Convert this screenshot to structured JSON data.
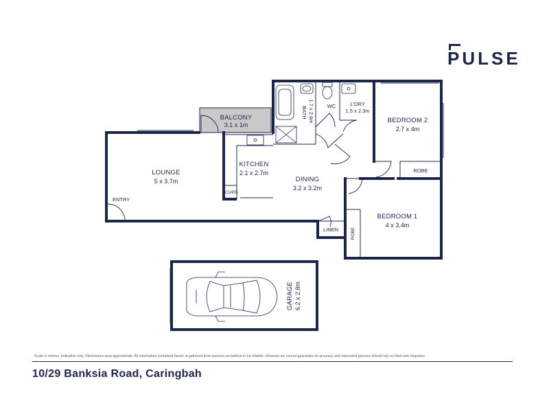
{
  "brand": {
    "logo": "PULSE"
  },
  "rooms": {
    "balcony": {
      "name": "BALCONY",
      "dims": "3.1 x 1m"
    },
    "lounge": {
      "name": "LOUNGE",
      "dims": "5 x 3.7m"
    },
    "kitchen": {
      "name": "KITCHEN",
      "dims": "2.1 x 2.7m"
    },
    "dining": {
      "name": "DINING",
      "dims": "3.2 x 3.2m"
    },
    "bath": {
      "name": "BATH",
      "dims": "1.7 x 2.6m"
    },
    "wc": {
      "name": "WC"
    },
    "laundry": {
      "name": "L'DRY",
      "dims": "1.5 x 2.3m"
    },
    "bedroom2": {
      "name": "BEDROOM 2",
      "dims": "2.7 x 4m"
    },
    "bedroom1": {
      "name": "BEDROOM 1",
      "dims": "4 x 3.4m"
    },
    "garage": {
      "name": "GARAGE",
      "dims": "6.2 x 2.8m"
    }
  },
  "labels": {
    "entry": "ENTRY",
    "cupd": "CUPD",
    "linen": "LINEN",
    "robe_bed2": "ROBE",
    "robe_bed1": "ROBE"
  },
  "footer": {
    "disclaimer": "Scale in metres. Indicative only. Dimensions area approximate. All information contained herein is gathered from sources we believe to be reliable. However we cannot guarantee its accuracy and interested persons should rely on their own enquiries.",
    "address": "10/29 Banksia Road, Caringbah"
  }
}
